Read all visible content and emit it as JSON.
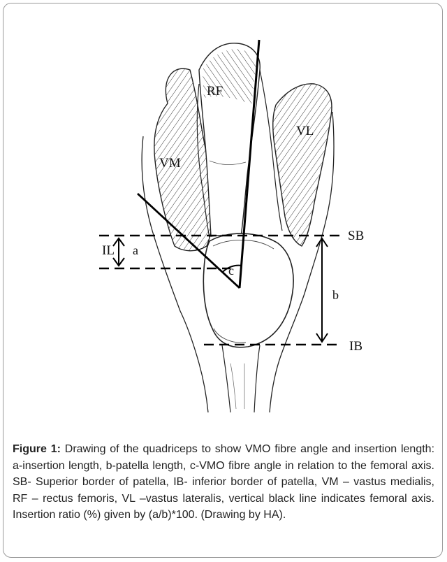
{
  "labels": {
    "rf": "RF",
    "vl": "VL",
    "vm": "VM",
    "sb": "SB",
    "il": "IL",
    "ib": "IB",
    "a": "a",
    "b": "b",
    "c": "c"
  },
  "caption": {
    "figure_label": "Figure 1:",
    "text": " Drawing of the quadriceps to show VMO fibre angle and insertion length: a-insertion length, b-patella length, c-VMO fibre angle in relation to the femoral axis. SB- Superior border of patella, IB- inferior border of patella, VM – vastus medialis, RF – rectus femoris, VL –vastus lateralis, vertical black line indicates femoral axis. Insertion ratio (%) given by (a/b)*100.  (Drawing by HA)."
  }
}
